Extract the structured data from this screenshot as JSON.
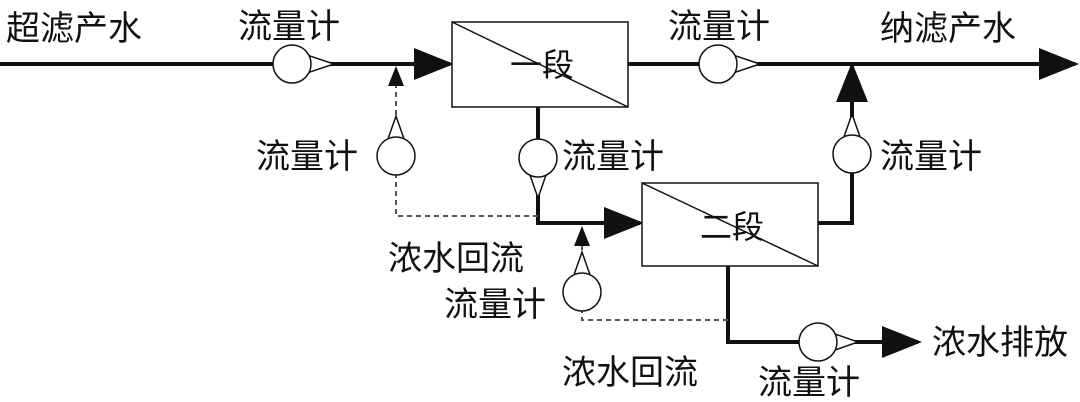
{
  "labels": {
    "uf_permeate": "超滤产水",
    "nf_permeate": "纳滤产水",
    "concentrate_discharge": "浓水排放",
    "concentrate_recycle_1": "浓水回流",
    "concentrate_recycle_2": "浓水回流"
  },
  "stages": {
    "stage1": "一段",
    "stage2": "二段"
  },
  "flowmeters": {
    "fm_inlet": "流量计",
    "fm_stage1_permeate": "流量计",
    "fm_recycle_1": "流量计",
    "fm_stage1_concentrate": "流量计",
    "fm_stage2_permeate": "流量计",
    "fm_recycle_2": "流量计",
    "fm_discharge": "流量计"
  }
}
